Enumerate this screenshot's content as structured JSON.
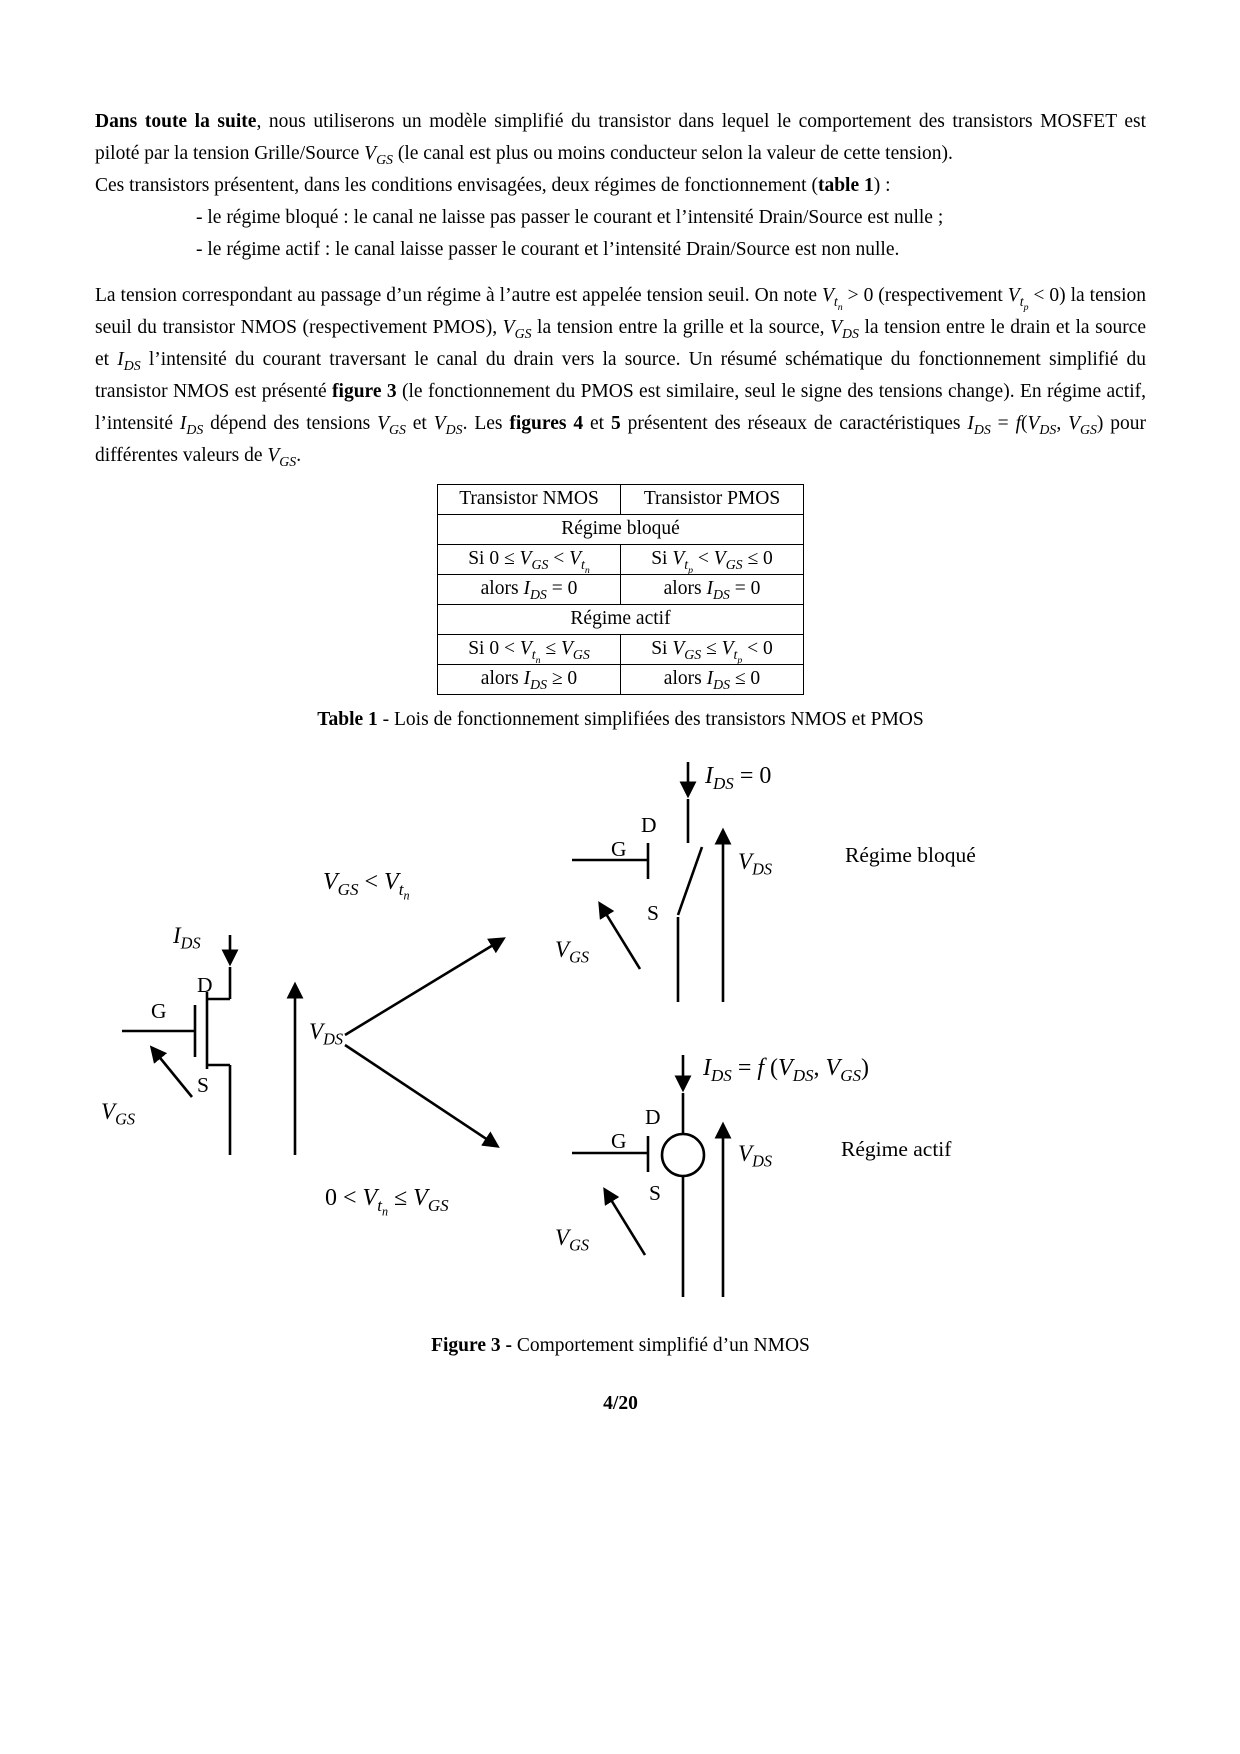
{
  "page": {
    "number": "4/20"
  },
  "body": {
    "p1": [
      {
        "t": "Dans toute la suite",
        "b": true
      },
      ", nous utiliserons un modèle simplifié du transistor dans lequel le comportement des transistors MOSFET est piloté par la tension Grille/Source ",
      {
        "v": "V",
        "s": "GS"
      },
      " (le canal est plus ou moins conducteur selon la valeur de cette tension)."
    ],
    "p2_intro": [
      "Ces transistors présentent, dans les conditions envisagées, deux régimes de fonctionnement (",
      {
        "t": "table 1",
        "b": true
      },
      ") :"
    ],
    "p2_item1": [
      "- le régime bloqué : le canal ne laisse pas passer le courant et l’intensité Drain/Source est nulle ;"
    ],
    "p2_item2": [
      "- le régime actif : le canal laisse passer le courant et l’intensité Drain/Source est non nulle."
    ],
    "p3": [
      "La tension correspondant au passage d’un régime à l’autre est appelée tension seuil. On note ",
      {
        "v": "V",
        "s": "t",
        "ss": "n"
      },
      " > 0 (respectivement ",
      {
        "v": "V",
        "s": "t",
        "ss": "p"
      },
      " < 0) la tension seuil du transistor NMOS (respectivement PMOS), ",
      {
        "v": "V",
        "s": "GS"
      },
      " la tension entre la grille et la source, ",
      {
        "v": "V",
        "s": "DS"
      },
      " la tension entre le drain et la source et ",
      {
        "v": "I",
        "s": "DS"
      },
      " l’intensité du courant traversant le canal du drain vers la source. Un résumé schématique du fonctionnement simplifié du transistor NMOS est présenté ",
      {
        "t": "figure 3",
        "b": true
      },
      " (le fonctionnement du PMOS est similaire, seul le signe des tensions change). En régime actif, l’intensité ",
      {
        "v": "I",
        "s": "DS"
      },
      " dépend des tensions ",
      {
        "v": "V",
        "s": "GS"
      },
      " et ",
      {
        "v": "V",
        "s": "DS"
      },
      ". Les ",
      {
        "t": "figures 4",
        "b": true
      },
      " et ",
      {
        "t": "5",
        "b": true
      },
      " présentent des réseaux de caractéristiques ",
      {
        "v": "I",
        "s": "DS"
      },
      " = ",
      {
        "t": "f",
        "i": true
      },
      "(",
      {
        "v": "V",
        "s": "DS"
      },
      ", ",
      {
        "v": "V",
        "s": "GS"
      },
      ") pour différentes valeurs de ",
      {
        "v": "V",
        "s": "GS"
      },
      "."
    ]
  },
  "table1": {
    "header_nmos": "Transistor NMOS",
    "header_pmos": "Transistor PMOS",
    "regime_bloque": "Régime bloqué",
    "bloque_nmos_cond": [
      "Si 0 ≤ ",
      {
        "v": "V",
        "s": "GS"
      },
      " < ",
      {
        "v": "V",
        "s": "t",
        "ss": "n"
      }
    ],
    "bloque_pmos_cond": [
      "Si ",
      {
        "v": "V",
        "s": "t",
        "ss": "p"
      },
      " < ",
      {
        "v": "V",
        "s": "GS"
      },
      " ≤ 0"
    ],
    "bloque_nmos_res": [
      "alors ",
      {
        "v": "I",
        "s": "DS"
      },
      " = 0"
    ],
    "bloque_pmos_res": [
      "alors ",
      {
        "v": "I",
        "s": "DS"
      },
      " = 0"
    ],
    "regime_actif": "Régime actif",
    "actif_nmos_cond": [
      "Si 0 < ",
      {
        "v": "V",
        "s": "t",
        "ss": "n"
      },
      " ≤ ",
      {
        "v": "V",
        "s": "GS"
      }
    ],
    "actif_pmos_cond": [
      "Si ",
      {
        "v": "V",
        "s": "GS"
      },
      " ≤ ",
      {
        "v": "V",
        "s": "t",
        "ss": "p"
      },
      " < 0"
    ],
    "actif_nmos_res": [
      "alors ",
      {
        "v": "I",
        "s": "DS"
      },
      " ≥ 0"
    ],
    "actif_pmos_res": [
      "alors ",
      {
        "v": "I",
        "s": "DS"
      },
      " ≤ 0"
    ],
    "caption": [
      {
        "t": "Table 1",
        "b": true
      },
      " - Lois de fonctionnement simplifiées des transistors NMOS et PMOS"
    ]
  },
  "figure3": {
    "labels": {
      "ids": [
        {
          "v": "I",
          "s": "DS"
        }
      ],
      "vds": [
        {
          "v": "V",
          "s": "DS"
        }
      ],
      "vgs": [
        {
          "v": "V",
          "s": "GS"
        }
      ],
      "ids_zero": [
        {
          "v": "I",
          "s": "DS"
        },
        " = 0"
      ],
      "ids_f": [
        {
          "v": "I",
          "s": "DS"
        },
        " = ",
        {
          "t": "f",
          "i": true
        },
        " (",
        {
          "v": "V",
          "s": "DS"
        },
        ", ",
        {
          "v": "V",
          "s": "GS"
        },
        ")"
      ],
      "cond_blocked": [
        {
          "v": "V",
          "s": "GS"
        },
        " < ",
        {
          "v": "V",
          "s": "t",
          "ss": "n"
        }
      ],
      "cond_active": [
        "0 < ",
        {
          "v": "V",
          "s": "t",
          "ss": "n"
        },
        " ≤ ",
        {
          "v": "V",
          "s": "GS"
        }
      ],
      "gate": "G",
      "drain": "D",
      "source": "S",
      "regime_bloque": "Régime bloqué",
      "regime_actif": "Régime actif"
    },
    "caption": [
      {
        "t": "Figure 3 - ",
        "b": true
      },
      "Comportement simplifié d’un NMOS"
    ]
  }
}
